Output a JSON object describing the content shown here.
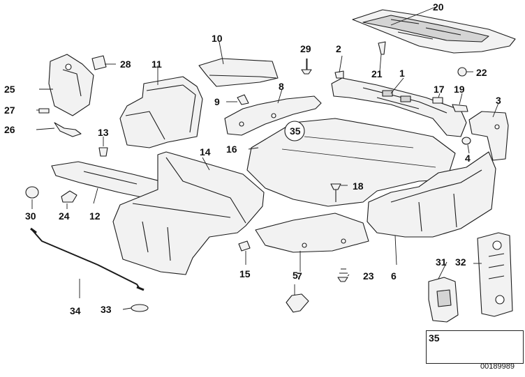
{
  "diagram": {
    "callouts": {
      "c1": "1",
      "c2": "2",
      "c3": "3",
      "c4": "4",
      "c5": "5",
      "c6": "6",
      "c7": "7",
      "c8": "8",
      "c9": "9",
      "c10": "10",
      "c11": "11",
      "c12": "12",
      "c13": "13",
      "c14": "14",
      "c15": "15",
      "c16": "16",
      "c17": "17",
      "c18": "18",
      "c19": "19",
      "c20": "20",
      "c21": "21",
      "c22": "22",
      "c23": "23",
      "c24": "24",
      "c25": "25",
      "c26": "26",
      "c27": "27",
      "c28": "28",
      "c29": "29",
      "c30": "30",
      "c31": "31",
      "c32": "32",
      "c33": "33",
      "c34": "34",
      "c35": "35"
    },
    "circled_ref": "35",
    "inset_label": "35",
    "diagram_id": "00189989",
    "line_color": "#1a1a1a",
    "fill_color": "#f2f2f2",
    "shade_color": "#d4d4d4"
  }
}
